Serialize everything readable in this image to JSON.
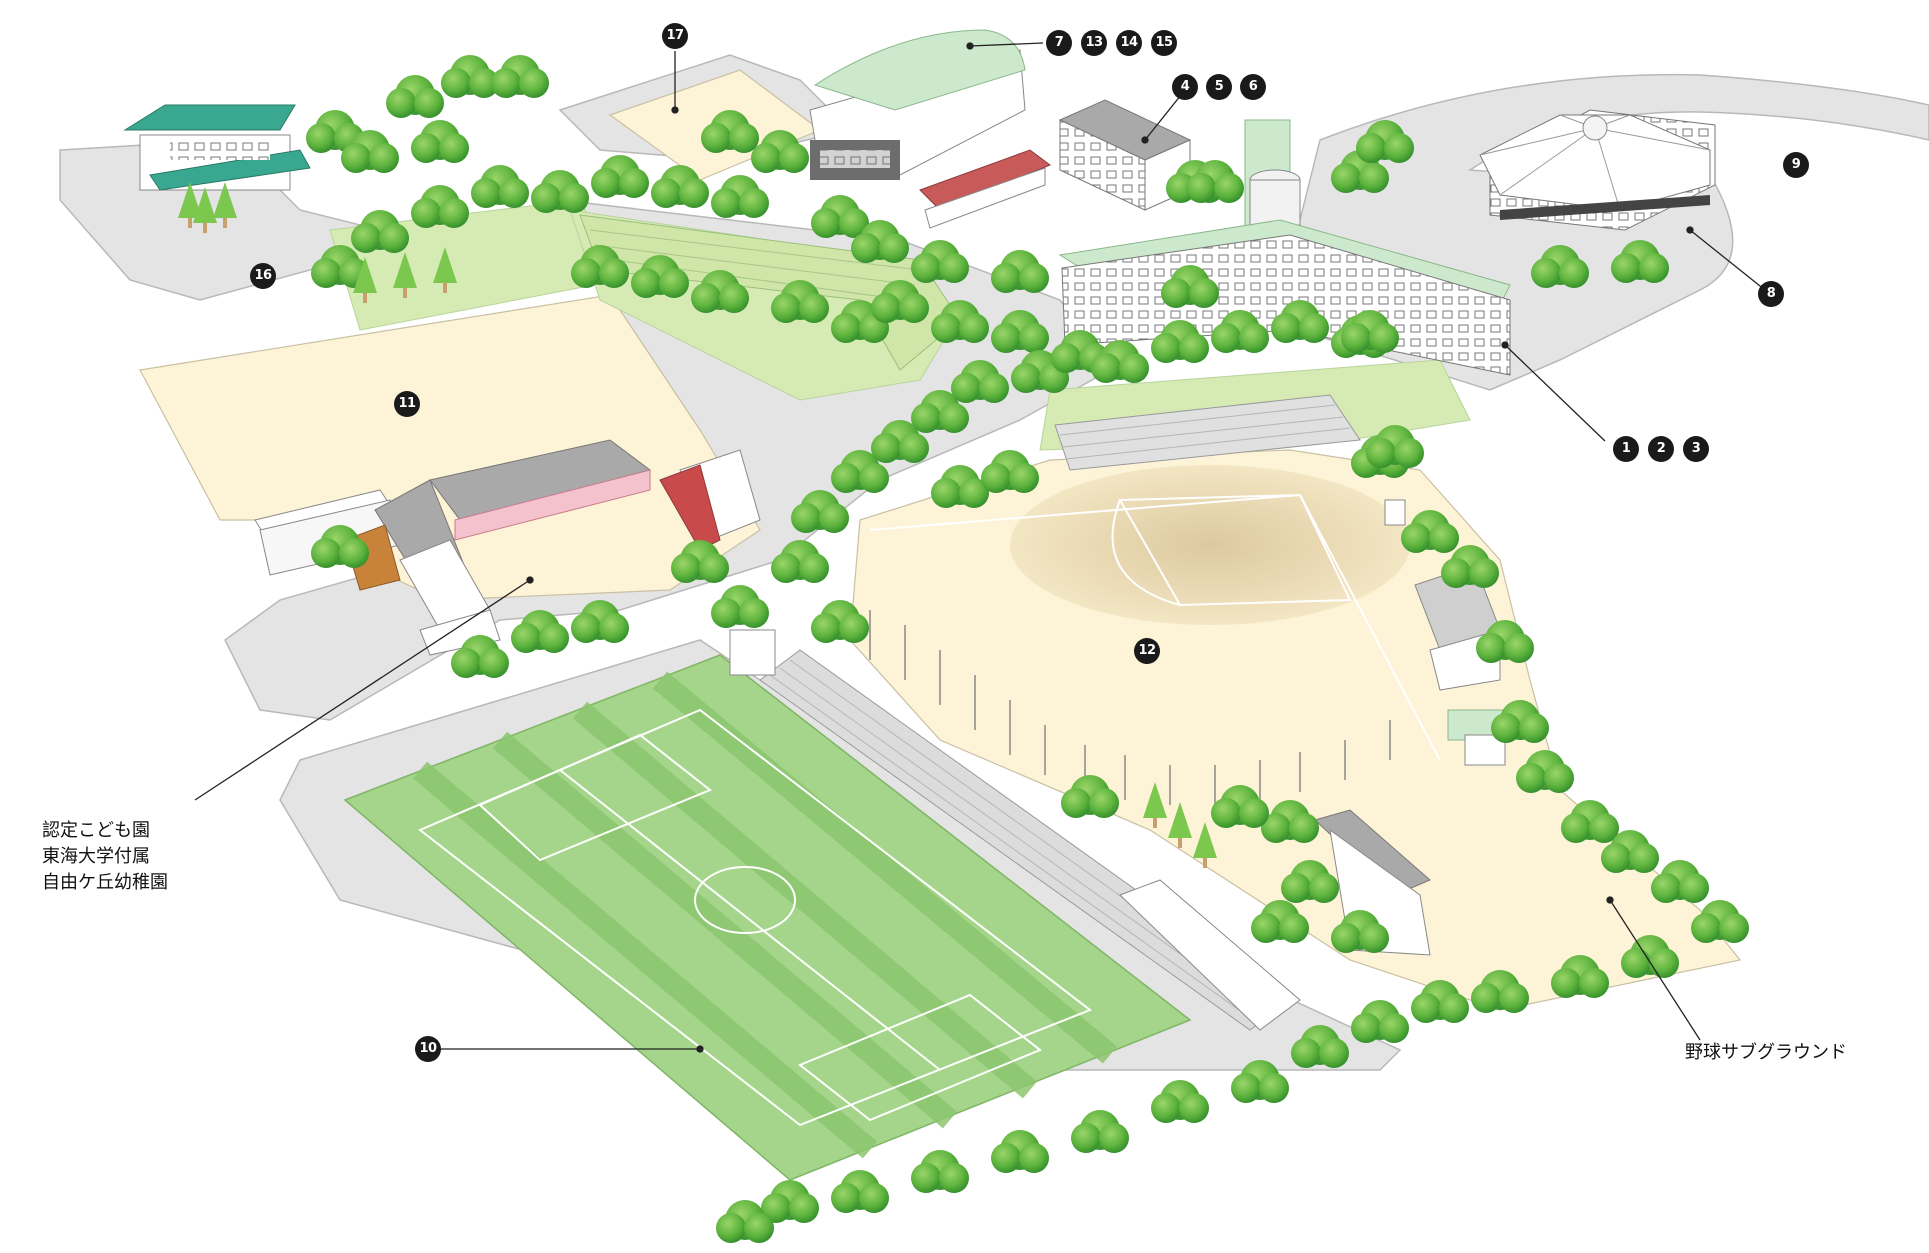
{
  "markers": {
    "m1": "1",
    "m2": "2",
    "m3": "3",
    "m4": "4",
    "m5": "5",
    "m6": "6",
    "m7": "7",
    "m8": "8",
    "m9": "9",
    "m10": "10",
    "m11": "11",
    "m12": "12",
    "m13": "13",
    "m14": "14",
    "m15": "15",
    "m16": "16",
    "m17": "17"
  },
  "labels": {
    "kindergarten": [
      "認定こども園",
      "東海大学付属",
      "自由ケ丘幼稚園"
    ],
    "baseball_sub": "野球サブグラウンド"
  },
  "colors": {
    "ground": "#fdf4d7",
    "road": "#e3e3e3",
    "tree": "#6fbf4a",
    "tree_dark": "#3f9a2e",
    "field_light": "#a9d98a",
    "field_dark": "#8bc96c",
    "roof_green": "#cde9cd",
    "roof_teal": "#3aa890",
    "roof_red": "#c95a5a",
    "building_gray": "#a9a9a9"
  }
}
